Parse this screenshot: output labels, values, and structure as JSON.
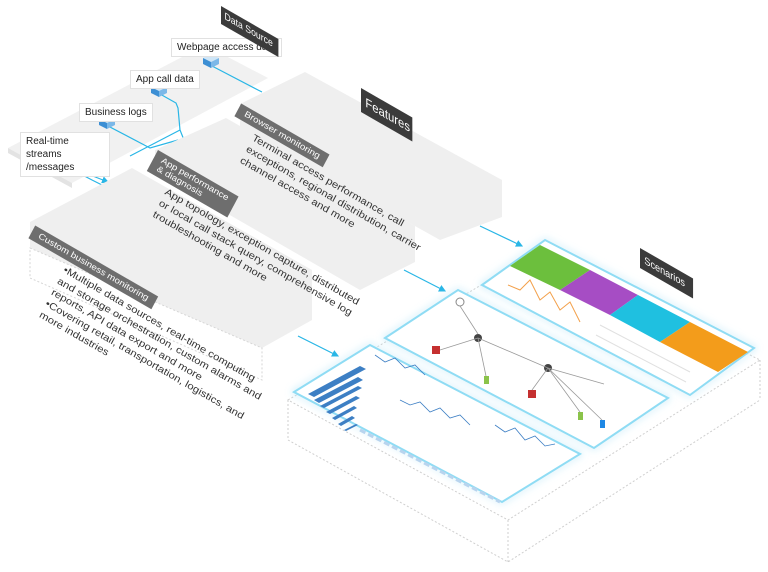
{
  "headers": {
    "data_source": "Data Source",
    "features": "Features",
    "scenarios": "Scenarios"
  },
  "sources": [
    {
      "label": "Webpage access data",
      "icon": "server-cube-icon"
    },
    {
      "label": "App call data",
      "icon": "server-cube-icon"
    },
    {
      "label": "Business logs",
      "icon": "server-cube-icon"
    },
    {
      "label": "Real-time streams\n/messages",
      "icon": "server-cube-icon"
    }
  ],
  "features": [
    {
      "tag": "Browser monitoring",
      "text": "Terminal access performance, call exceptions, regional distribution, carrier channel access and more"
    },
    {
      "tag": "App performance\n& diagnosis",
      "text": "App topology, exception capture, distributed or local call stack query, comprehensive log troubleshooting and more"
    },
    {
      "tag": "Custom business monitoring",
      "bullets": [
        "Multiple data sources, real-time computing and storage orchestration, custom alarms and reports, API data export and more",
        "Covering retail, transportation, logistics, and more industries"
      ]
    }
  ],
  "colors": {
    "accent": "#29b6e6",
    "green": "#6cbf3d",
    "purple": "#a64dc4",
    "cyan": "#1fc0e0",
    "orange": "#f39c1b",
    "bar_blue": "#3d7fc4",
    "header_dark": "#3b3b3b",
    "tag_gray": "#6e6e6e"
  }
}
